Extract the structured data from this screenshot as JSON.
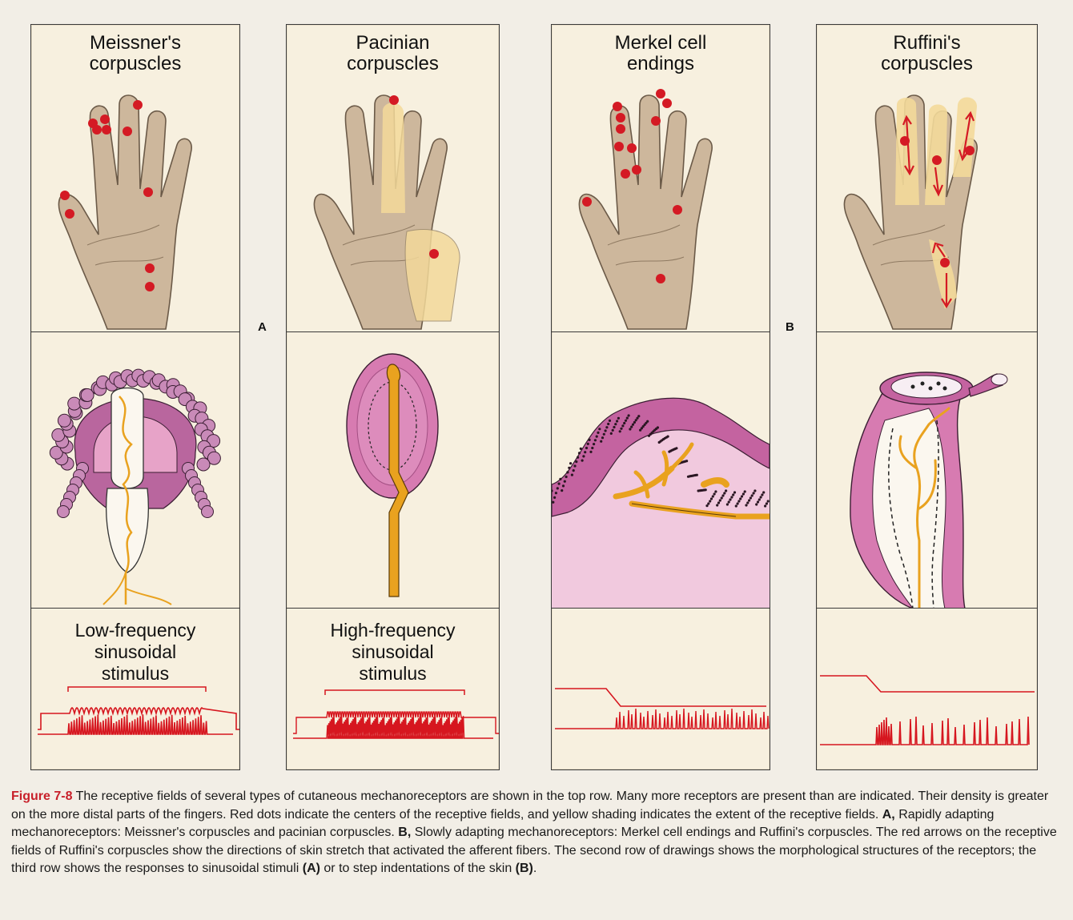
{
  "panels": [
    {
      "id": "meissner",
      "title_lines": [
        "Meissner's",
        "corpuscles"
      ],
      "stimulus_lines": [
        "Low-frequency",
        "sinusoidal",
        "stimulus"
      ]
    },
    {
      "id": "pacinian",
      "title_lines": [
        "Pacinian",
        "corpuscles"
      ],
      "stimulus_lines": [
        "High-frequency",
        "sinusoidal",
        "stimulus"
      ]
    },
    {
      "id": "merkel",
      "title_lines": [
        "Merkel cell",
        "endings"
      ],
      "stimulus_lines": []
    },
    {
      "id": "ruffini",
      "title_lines": [
        "Ruffini's",
        "corpuscles"
      ],
      "stimulus_lines": []
    }
  ],
  "section_labels": {
    "a": "A",
    "b": "B"
  },
  "caption": {
    "figure_label": "Figure 7-8",
    "text": "The receptive fields of several types of cutaneous mechanoreceptors are shown in the top row. Many more receptors are present than are indicated. Their density is greater on the more distal parts of the fingers. Red dots indicate the centers of the receptive fields, and yellow shading indicates the extent of the receptive fields.",
    "a_label": "A,",
    "a_text": "Rapidly adapting mechanoreceptors: Meissner's corpuscles and pacinian corpuscles.",
    "b_label": "B,",
    "b_text": "Slowly adapting mechanoreceptors: Merkel cell endings and Ruffini's corpuscles. The red arrows on the receptive fields of Ruffini's corpuscles show the directions of skin stretch that activated the afferent fibers. The second row of drawings shows the morphological structures of the receptors; the third row shows the responses to sinusoidal stimuli",
    "end_a": "(A)",
    "end_mid": "or to step indentations of the skin",
    "end_b": "(B)",
    "end_period": "."
  },
  "colors": {
    "dot": "#d41a24",
    "skin": "#cdb79c",
    "field": "#f3d99a",
    "capsule": "#d77bb1",
    "nerve": "#e9a21f",
    "trace": "#d6161f"
  }
}
